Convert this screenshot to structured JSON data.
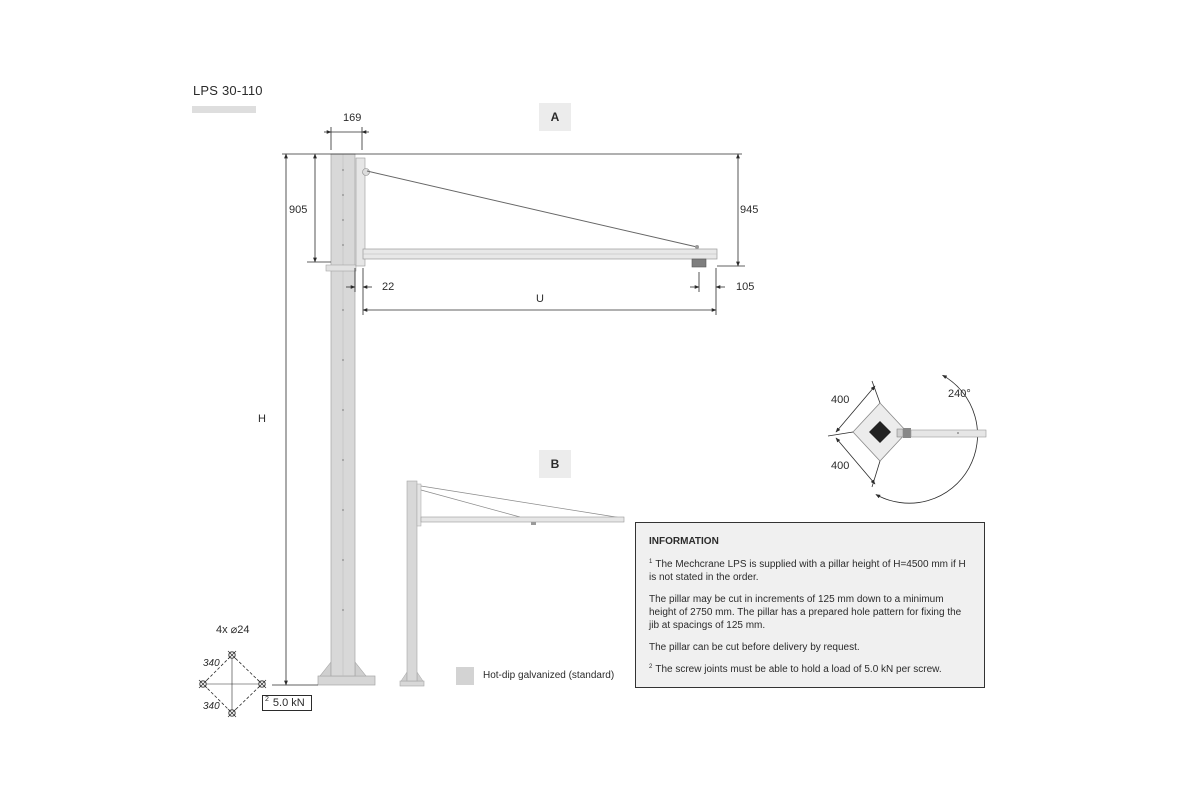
{
  "title": "LPS 30-110",
  "views": {
    "a": "A",
    "b": "B"
  },
  "dimensions": {
    "d169": "169",
    "d905": "905",
    "d945": "945",
    "d22": "22",
    "dU": "U",
    "d105": "105",
    "dH": "H",
    "d400_top": "400",
    "d400_bottom": "400",
    "angle": "240°",
    "bolts": "4x ⌀24",
    "d340_top": "340",
    "d340_bottom": "340"
  },
  "load": {
    "sup": "2",
    "value": "5.0 kN"
  },
  "legend": {
    "label": "Hot-dip galvanized (standard)",
    "color": "#d3d3d3"
  },
  "info": {
    "heading": "INFORMATION",
    "p1_sup": "1",
    "p1": "The Mechcrane LPS is supplied with a pillar height of H=4500 mm if H is not stated in the order.",
    "p2": "The pillar may be cut in increments of 125 mm down to a minimum height of 2750 mm. The pillar has a prepared hole pattern for fixing the jib at spacings of 125 mm.",
    "p3": "The pillar can be cut before delivery by request.",
    "p4_sup": "2",
    "p4": "The screw joints must be able to hold a load of 5.0 kN per screw."
  }
}
